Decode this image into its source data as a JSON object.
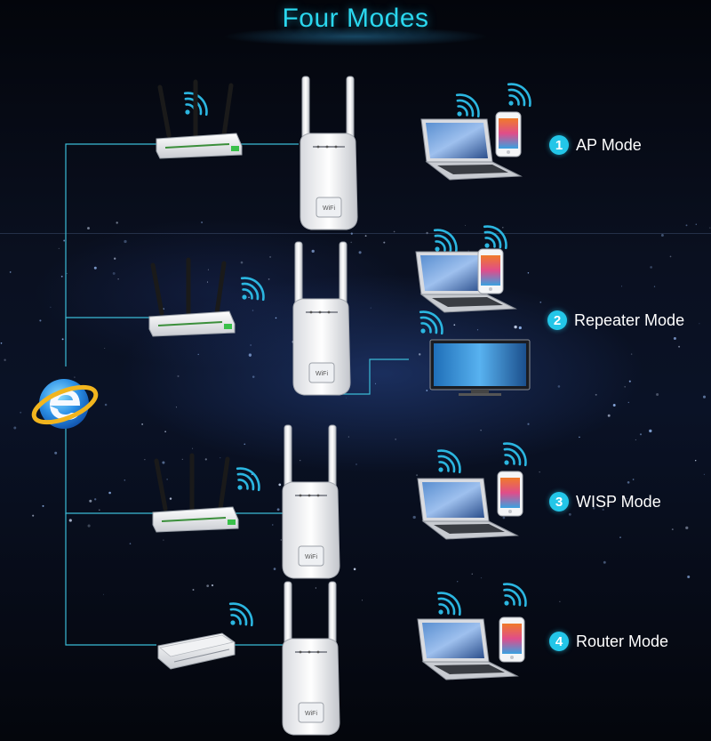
{
  "title": "Four Modes",
  "colors": {
    "accent": "#2ad7ee",
    "badge": "#23c6e8",
    "line": "#3bbbd6",
    "background": "#050810"
  },
  "internet_icon": "internet-explorer-icon",
  "modes": [
    {
      "number": "1",
      "label": "AP Mode",
      "devices": [
        "router",
        "repeater",
        "laptop",
        "smartphone"
      ]
    },
    {
      "number": "2",
      "label": "Repeater Mode",
      "devices": [
        "router",
        "repeater",
        "laptop",
        "smartphone",
        "smart-tv"
      ]
    },
    {
      "number": "3",
      "label": "WISP Mode",
      "devices": [
        "router",
        "repeater",
        "laptop",
        "smartphone"
      ]
    },
    {
      "number": "4",
      "label": "Router Mode",
      "devices": [
        "modem",
        "repeater",
        "laptop",
        "smartphone"
      ]
    }
  ]
}
